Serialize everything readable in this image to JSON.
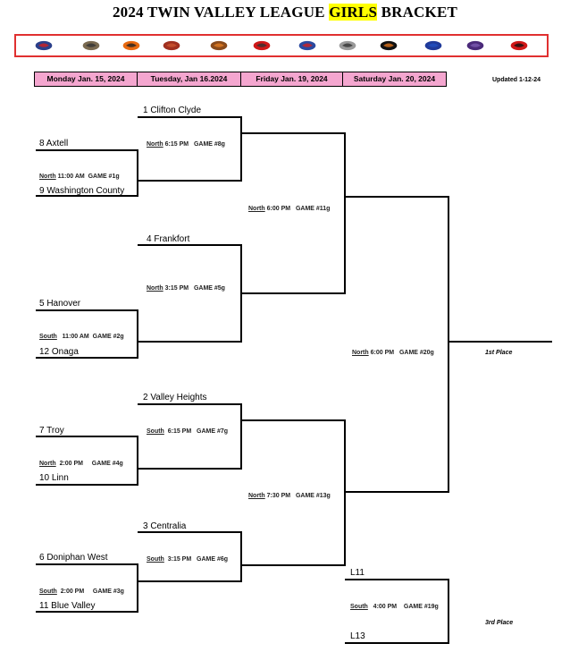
{
  "title": {
    "prefix": "2024 TWIN VALLEY LEAGUE",
    "highlight": "GIRLS",
    "suffix": "BRACKET"
  },
  "logos": [
    {
      "name": "redhawk-logo",
      "color": "#2a3f8a",
      "accent": "#d02020"
    },
    {
      "name": "knight-helmet-logo",
      "color": "#7a6a50",
      "accent": "#333333"
    },
    {
      "name": "tiger-logo",
      "color": "#e86a10",
      "accent": "#222222"
    },
    {
      "name": "wildcat-logo",
      "color": "#a03020",
      "accent": "#cc5530"
    },
    {
      "name": "horse-logo",
      "color": "#8a4a1a",
      "accent": "#e07a20"
    },
    {
      "name": "cardinal-logo",
      "color": "#d01818",
      "accent": "#333333"
    },
    {
      "name": "patriot-logo",
      "color": "#2a4aa0",
      "accent": "#d02020"
    },
    {
      "name": "bulldog-logo",
      "color": "#9a9a9a",
      "accent": "#333333"
    },
    {
      "name": "buffalo-logo",
      "color": "#111111",
      "accent": "#d8701a"
    },
    {
      "name": "spartan-logo",
      "color": "#1f3a9a",
      "accent": "#2050c0"
    },
    {
      "name": "vh-monogram-logo",
      "color": "#4a2a7a",
      "accent": "#7a5ab0"
    },
    {
      "name": "panther-logo",
      "color": "#d01818",
      "accent": "#111111"
    }
  ],
  "dates": [
    "Monday Jan. 15, 2024",
    "Tuesday, Jan 16.2024",
    "Friday Jan. 19, 2024",
    "Saturday Jan. 20, 2024"
  ],
  "updated": "Updated 1-12-24",
  "teams": {
    "s1": "1 Clifton Clyde",
    "s8": "8 Axtell",
    "s9": "9 Washington County",
    "s4": "4 Frankfort",
    "s5": "5 Hanover",
    "s12": "12 Onaga",
    "s2": "2 Valley Heights",
    "s7": "7 Troy",
    "s10": "10 Linn",
    "s3": "3 Centralia",
    "s6": "6 Doniphan West",
    "s11": "11 Blue Valley",
    "l11": "L11",
    "l13": "L13"
  },
  "games": {
    "g1": {
      "loc": "North",
      "time": "11:00 AM",
      "label": "GAME #1g"
    },
    "g2": {
      "loc": "South",
      "time": "11:00 AM",
      "label": "GAME #2g"
    },
    "g3": {
      "loc": "South",
      "time": "2:00 PM",
      "label": "GAME #3g"
    },
    "g4": {
      "loc": "North",
      "time": "2:00 PM",
      "label": "GAME #4g"
    },
    "g5": {
      "loc": "North",
      "time": "3:15 PM",
      "label": "GAME #5g"
    },
    "g6": {
      "loc": "South",
      "time": "3:15 PM",
      "label": "GAME #6g"
    },
    "g7": {
      "loc": "South",
      "time": "6:15 PM",
      "label": "GAME #7g"
    },
    "g8": {
      "loc": "North",
      "time": "6:15 PM",
      "label": "GAME #8g"
    },
    "g11": {
      "loc": "North",
      "time": "6:00 PM",
      "label": "GAME #11g"
    },
    "g13": {
      "loc": "North",
      "time": "7:30 PM",
      "label": "GAME #13g"
    },
    "g19": {
      "loc": "South",
      "time": "4:00 PM",
      "label": "GAME #19g"
    },
    "g20": {
      "loc": "North",
      "time": "6:00 PM",
      "label": "GAME #20g"
    }
  },
  "places": {
    "first": "1st Place",
    "third": "3rd Place"
  }
}
